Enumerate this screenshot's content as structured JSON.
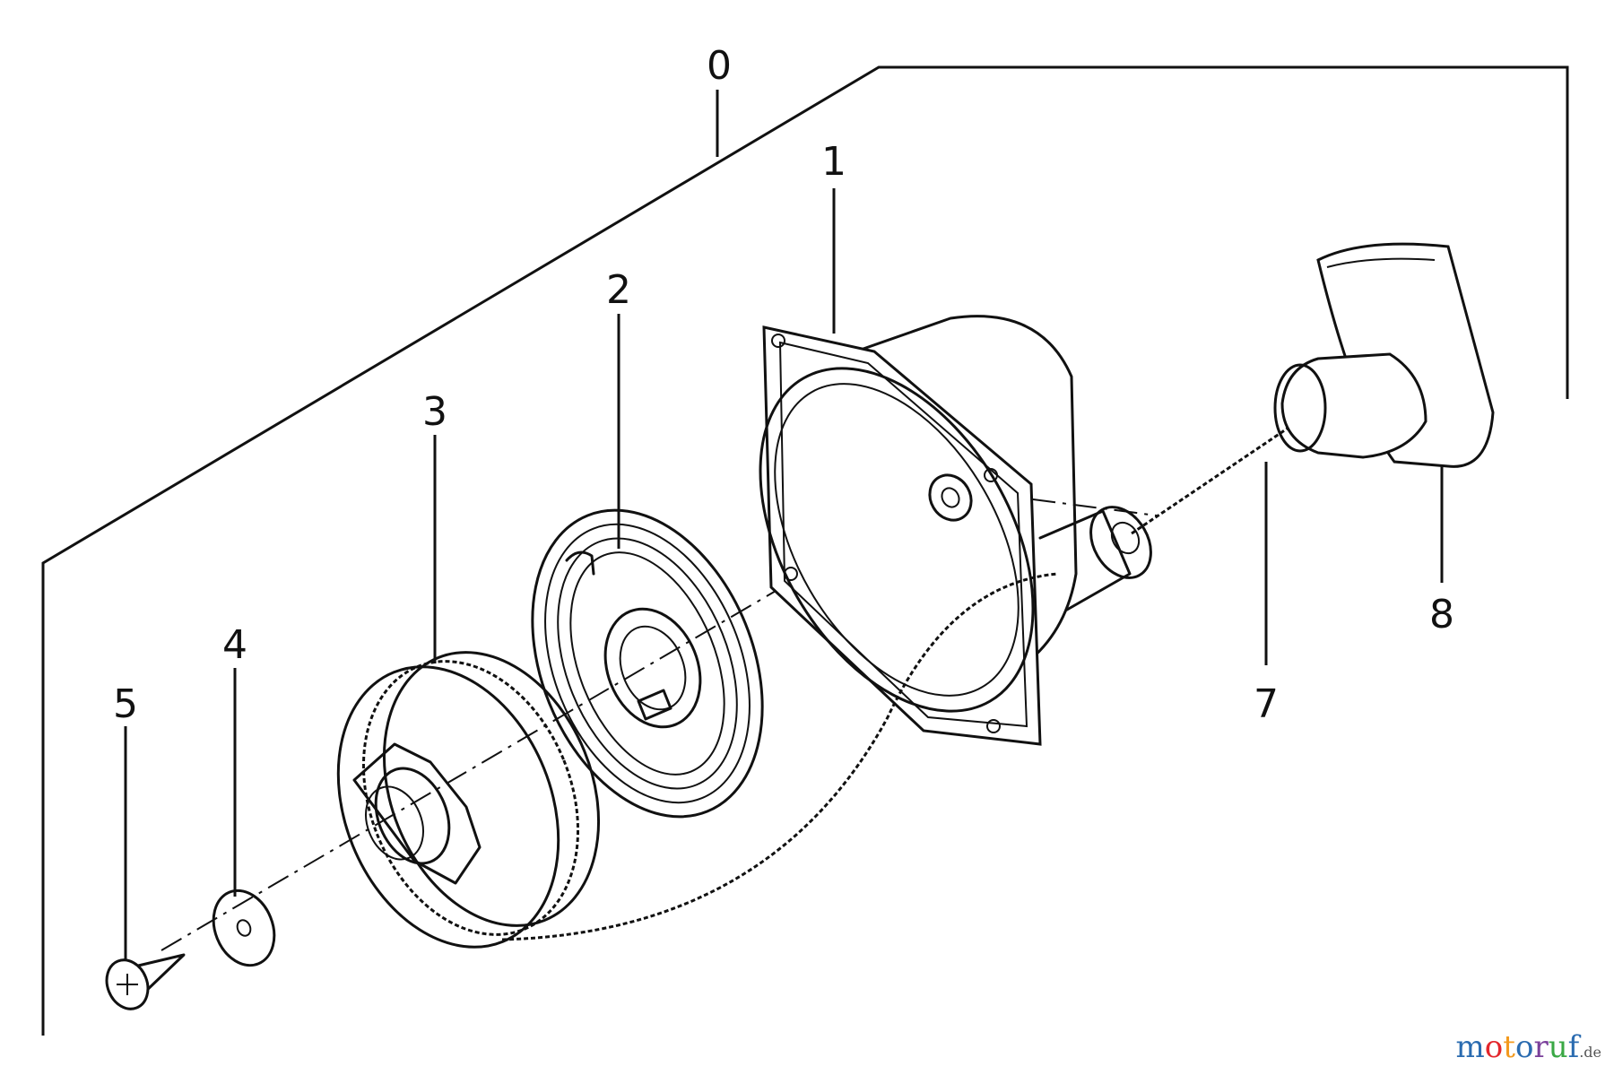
{
  "diagram": {
    "kit_label": "0",
    "callouts": [
      {
        "id": "1",
        "part": "starter-housing"
      },
      {
        "id": "2",
        "part": "recoil-spring"
      },
      {
        "id": "3",
        "part": "rope-pulley"
      },
      {
        "id": "4",
        "part": "washer"
      },
      {
        "id": "5",
        "part": "screw"
      },
      {
        "id": "7",
        "part": "starter-rope"
      },
      {
        "id": "8",
        "part": "starter-handle"
      }
    ]
  },
  "watermark": {
    "text": "motoruf",
    "suffix": ".de",
    "letter_colors": [
      "#2a6bb0",
      "#e3262c",
      "#f39a1e",
      "#2a6bb0",
      "#7a3f9a",
      "#3aa845",
      "#2a6bb0"
    ]
  }
}
